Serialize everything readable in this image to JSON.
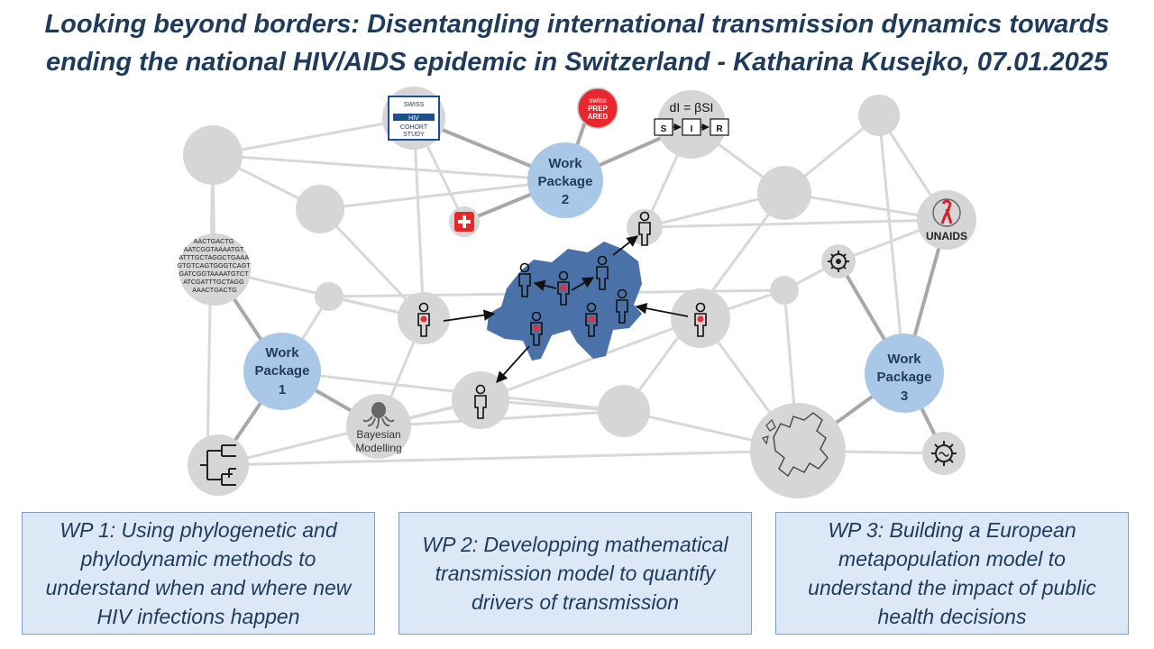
{
  "title": {
    "line1": "Looking beyond borders: Disentangling international transmission dynamics towards",
    "line2": "ending the national HIV/AIDS epidemic in Switzerland - Katharina Kusejko, 07.01.2025"
  },
  "work_packages": [
    {
      "line1": "Work",
      "line2": "Package",
      "line3": "1"
    },
    {
      "line1": "Work",
      "line2": "Package",
      "line3": "2"
    },
    {
      "line1": "Work",
      "line2": "Package",
      "line3": "3"
    }
  ],
  "logos": {
    "shcs": [
      "SWISS",
      "HIV",
      "COHORT",
      "STUDY"
    ],
    "swiss_prepared": [
      "swiss",
      "PREP",
      "ARED"
    ],
    "sir_formula": "dI = βSI",
    "sir_boxes": [
      "S",
      "I",
      "R"
    ],
    "unaids": "UNAIDS"
  },
  "sequence_lines": [
    "AACTGACTG",
    "AATCGGTAAAATGT",
    "ATTTGCTAGGCTGAAA",
    "GTGTCAGTGGGTCAGT",
    "GATCGGTAAAATGTCT",
    "ATCGATTTGCTAGG",
    "AAACTGACTG"
  ],
  "bayesian": [
    "Bayesian",
    "Modelling"
  ],
  "colors": {
    "title": "#1f3b5c",
    "wp_fill": "#a9c8e8",
    "map_fill": "#4a72a8",
    "node_grey": "#d6d6d6",
    "box_fill": "#dce8f6",
    "infected": "#e0303a"
  },
  "descriptions": [
    "WP 1: Using phylogenetic and phylodynamic methods to understand when and where new HIV infections happen",
    "WP 2: Developping mathematical transmission model to quantify drivers of transmission",
    "WP 3: Building a European metapopulation model to understand the impact of public health decisions"
  ]
}
